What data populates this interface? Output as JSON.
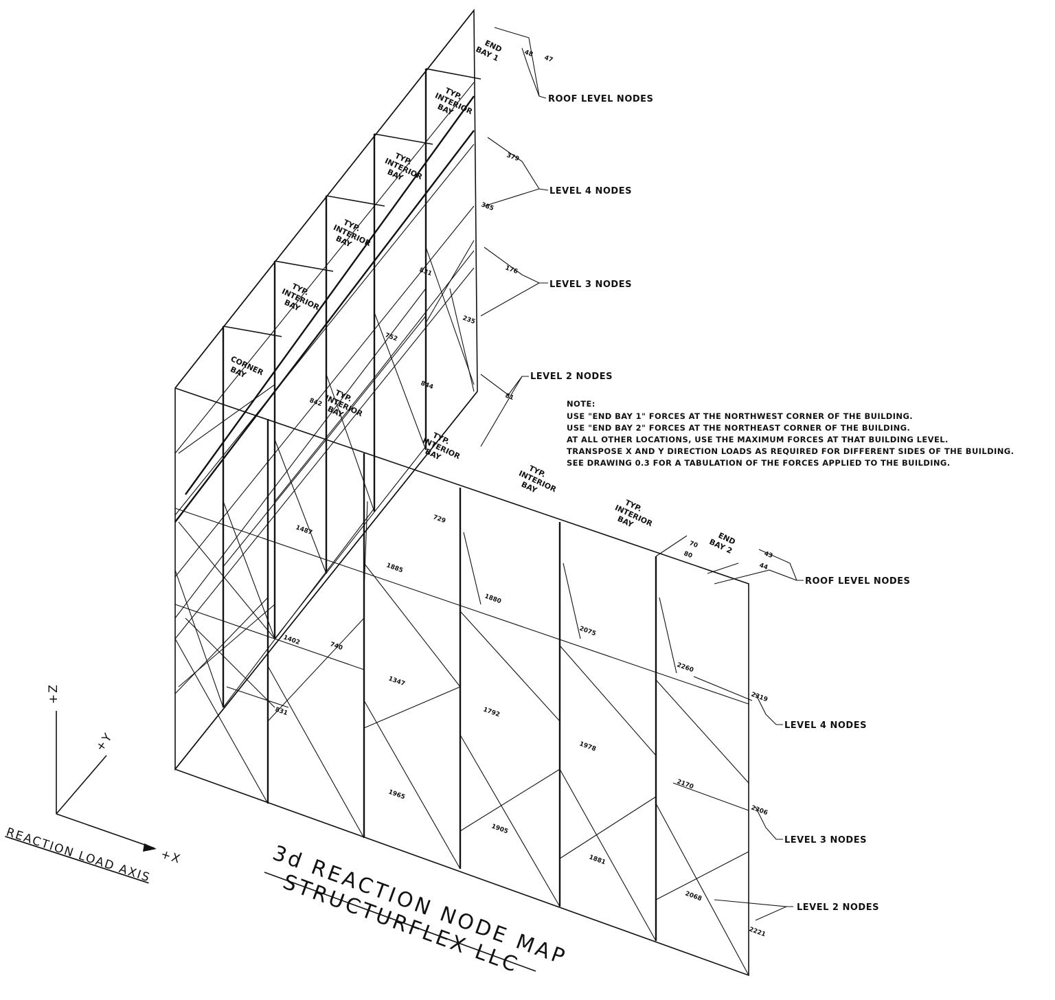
{
  "colors": {
    "ink": "#111111",
    "paper": "#ffffff"
  },
  "axis": {
    "z": "+Z",
    "y": "+Y",
    "x": "+X",
    "caption": "REACTION LOAD AXIS"
  },
  "title": {
    "line1": "3d REACTION NODE MAP",
    "line2": "STRUCTURFLEX LLC"
  },
  "note": {
    "heading": "NOTE:",
    "lines": [
      "USE \"END BAY 1\" FORCES AT THE NORTHWEST CORNER OF THE BUILDING.",
      "USE \"END BAY 2\" FORCES AT THE NORTHEAST CORNER OF THE BUILDING.",
      "AT ALL OTHER LOCATIONS, USE THE MAXIMUM FORCES AT THAT BUILDING LEVEL.",
      "TRANSPOSE X AND Y DIRECTION LOADS AS REQUIRED FOR DIFFERENT SIDES OF THE BUILDING.",
      "SEE DRAWING 0.3 FOR A TABULATION OF THE FORCES APPLIED TO THE BUILDING."
    ]
  },
  "callouts": {
    "west_roof": "ROOF LEVEL NODES",
    "west_l4": "LEVEL 4 NODES",
    "west_l3": "LEVEL 3 NODES",
    "west_l2": "LEVEL 2 NODES",
    "south_roof": "ROOF LEVEL NODES",
    "south_l4": "LEVEL 4 NODES",
    "south_l3": "LEVEL 3 NODES",
    "south_l2": "LEVEL 2 NODES"
  },
  "bays": {
    "end1": [
      "END",
      "BAY 1"
    ],
    "typ": [
      "TYP.",
      "INTERIOR",
      "BAY"
    ],
    "corner": [
      "CORNER",
      "BAY"
    ],
    "end2": [
      "END",
      "BAY 2"
    ]
  },
  "node_values": {
    "w_l4a": "379",
    "w_l4b": "385",
    "w_l3a": "176",
    "w_l3b": "235",
    "w_l2": "81",
    "w_i1": "842",
    "w_i2": "831",
    "w_i3": "752",
    "w_i4": "844",
    "w_i5": "1487",
    "w_i6": "1402",
    "w_i7": "740",
    "w_i8": "831",
    "w_i9": "729",
    "w_r1": "48",
    "w_r2": "47",
    "s_1": "1885",
    "s_2": "1880",
    "s_3": "2075",
    "s_4": "2260",
    "s_5": "1347",
    "s_6": "1792",
    "s_7": "1978",
    "s_8": "2170",
    "s_9": "1965",
    "s_10": "1905",
    "s_11": "1881",
    "s_12": "2068",
    "s_13": "2319",
    "s_14": "2306",
    "s_15": "2221",
    "s_r1": "43",
    "s_r2": "44",
    "s_r3": "70",
    "s_r4": "80"
  }
}
